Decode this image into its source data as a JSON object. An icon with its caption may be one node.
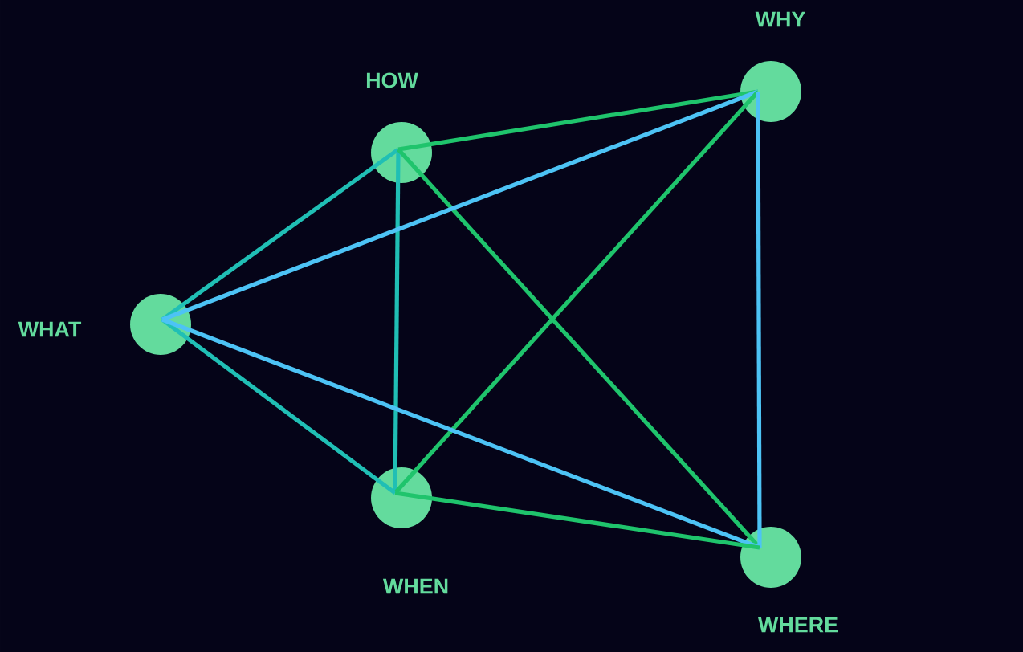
{
  "diagram": {
    "nodes": [
      {
        "text": [
          "HOW"
        ]
      },
      {
        "text": [
          "WHY"
        ]
      },
      {
        "text": [
          "WHAT"
        ]
      },
      {
        "text": [
          "WHEN"
        ]
      },
      {
        "text": [
          "WHERE"
        ]
      }
    ],
    "edges": [
      {
        "from": 0,
        "to": 1,
        "arrow": "none",
        "color": "#1fc46c"
      },
      {
        "from": 0,
        "to": 2,
        "arrow": "none",
        "color": "#20bfb5"
      },
      {
        "from": 0,
        "to": 3,
        "arrow": "none",
        "color": "#20bfb5"
      },
      {
        "from": 0,
        "to": 4,
        "arrow": "none",
        "color": "#1fc46c"
      },
      {
        "from": 1,
        "to": 2,
        "arrow": "none",
        "color": "#4dc3f5"
      },
      {
        "from": 1,
        "to": 3,
        "arrow": "none",
        "color": "#1fc46c"
      },
      {
        "from": 1,
        "to": 4,
        "arrow": "none",
        "color": "#4dc3f5"
      },
      {
        "from": 2,
        "to": 3,
        "arrow": "none",
        "color": "#20bfb5"
      },
      {
        "from": 2,
        "to": 4,
        "arrow": "none",
        "color": "#4dc3f5"
      },
      {
        "from": 3,
        "to": 4,
        "arrow": "none",
        "color": "#1fc46c"
      }
    ]
  }
}
